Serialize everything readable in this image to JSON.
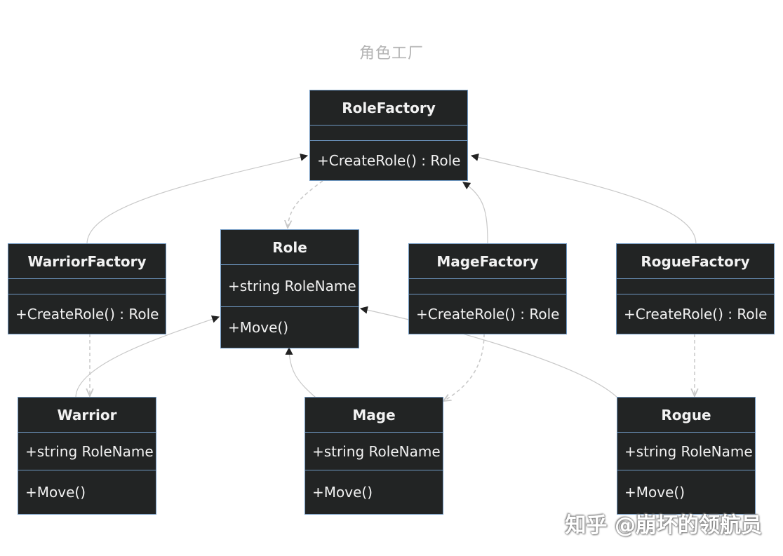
{
  "diagram": {
    "title": "角色工厂",
    "classes": {
      "RoleFactory": {
        "name": "RoleFactory",
        "attributes": [],
        "methods": [
          "+CreateRole() : Role"
        ]
      },
      "WarriorFactory": {
        "name": "WarriorFactory",
        "attributes": [],
        "methods": [
          "+CreateRole() : Role"
        ]
      },
      "MageFactory": {
        "name": "MageFactory",
        "attributes": [],
        "methods": [
          "+CreateRole() : Role"
        ]
      },
      "RogueFactory": {
        "name": "RogueFactory",
        "attributes": [],
        "methods": [
          "+CreateRole() : Role"
        ]
      },
      "Role": {
        "name": "Role",
        "attributes": [
          "+string RoleName"
        ],
        "methods": [
          "+Move()"
        ]
      },
      "Warrior": {
        "name": "Warrior",
        "attributes": [
          "+string RoleName"
        ],
        "methods": [
          "+Move()"
        ]
      },
      "Mage": {
        "name": "Mage",
        "attributes": [
          "+string RoleName"
        ],
        "methods": [
          "+Move()"
        ]
      },
      "Rogue": {
        "name": "Rogue",
        "attributes": [
          "+string RoleName"
        ],
        "methods": [
          "+Move()"
        ]
      }
    },
    "relations": [
      {
        "from": "WarriorFactory",
        "to": "RoleFactory",
        "type": "inheritance"
      },
      {
        "from": "MageFactory",
        "to": "RoleFactory",
        "type": "inheritance"
      },
      {
        "from": "RogueFactory",
        "to": "RoleFactory",
        "type": "inheritance"
      },
      {
        "from": "Warrior",
        "to": "Role",
        "type": "inheritance"
      },
      {
        "from": "Mage",
        "to": "Role",
        "type": "inheritance"
      },
      {
        "from": "Rogue",
        "to": "Role",
        "type": "inheritance"
      },
      {
        "from": "RoleFactory",
        "to": "Role",
        "type": "dependency"
      },
      {
        "from": "WarriorFactory",
        "to": "Warrior",
        "type": "dependency"
      },
      {
        "from": "MageFactory",
        "to": "Mage",
        "type": "dependency"
      },
      {
        "from": "RogueFactory",
        "to": "Rogue",
        "type": "dependency"
      }
    ],
    "colors": {
      "box_fill": "#222424",
      "box_border": "#6f98c2",
      "text": "#f2f2f2",
      "edge": "#c8c8c8",
      "title": "#b4b4b4"
    }
  },
  "watermark": "知乎 @崩坏的领航员"
}
